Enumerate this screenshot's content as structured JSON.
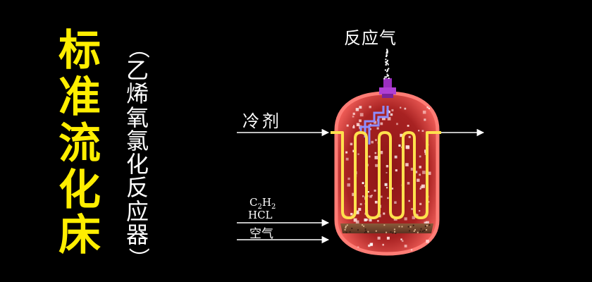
{
  "title": {
    "chars": [
      "标",
      "准",
      "流",
      "化",
      "床"
    ]
  },
  "subtitle": {
    "open": "（",
    "chars": [
      "乙",
      "烯",
      "氧",
      "氯",
      "化",
      "反",
      "应",
      "器"
    ],
    "close": "）"
  },
  "labels": {
    "reaction_gas": "反应气",
    "coolant": "冷剂",
    "c2h2": {
      "c": "C",
      "sub1": "2",
      "h": "H",
      "sub2": "2"
    },
    "hcl": "HCL",
    "air": "空气"
  },
  "colors": {
    "background": "#000000",
    "title": "#ffee00",
    "text": "#ffffff",
    "coil": "#ffe14d",
    "outlet": "#9b2fbf",
    "vessel_glow": "#ff5a55",
    "vessel_core": "#7a1010"
  }
}
